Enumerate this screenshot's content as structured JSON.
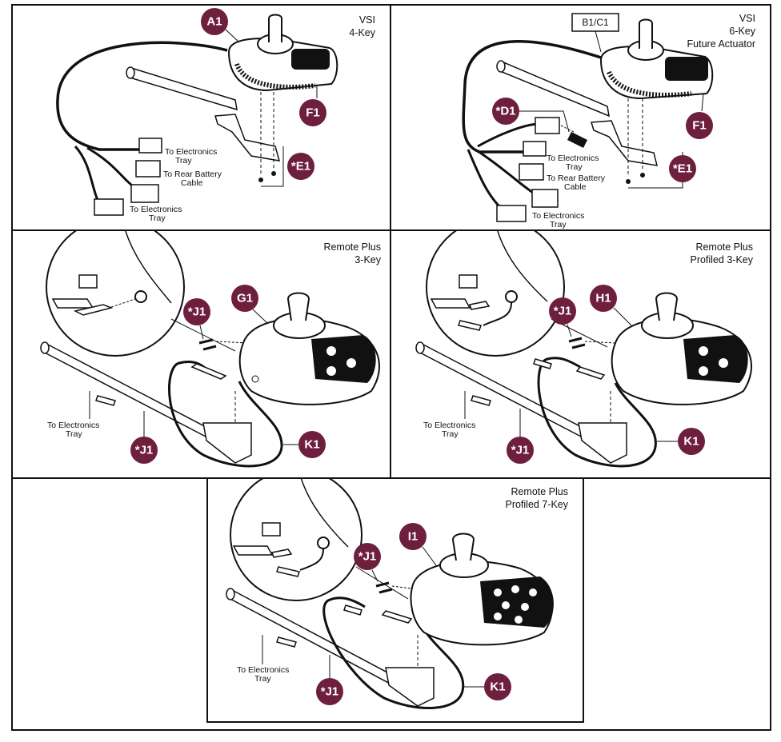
{
  "colors": {
    "badge": "#6d1f3d",
    "line": "#111111",
    "panel_border": "#111111"
  },
  "panels": [
    {
      "id": "vsi-4key",
      "title": [
        "VSI",
        "4-Key"
      ],
      "badges": [
        "A1",
        "F1",
        "*E1"
      ],
      "labels": [
        [
          "To Electronics",
          "Tray"
        ],
        [
          "To Rear Battery",
          "Cable"
        ],
        [
          "To Electronics",
          "Tray"
        ]
      ]
    },
    {
      "id": "vsi-6key",
      "title": [
        "VSI",
        "6-Key",
        "Future Actuator"
      ],
      "box_label": "B1/C1",
      "badges": [
        "*D1",
        "F1",
        "*E1"
      ],
      "labels": [
        [
          "To Electronics",
          "Tray"
        ],
        [
          "To Rear Battery",
          "Cable"
        ],
        [
          "To Electronics",
          "Tray"
        ]
      ]
    },
    {
      "id": "remote-plus-3key",
      "title": [
        "Remote Plus",
        "3-Key"
      ],
      "badges": [
        "G1",
        "*J1",
        "*J1",
        "K1"
      ],
      "labels": [
        [
          "To Electronics",
          "Tray"
        ]
      ]
    },
    {
      "id": "remote-plus-profiled-3key",
      "title": [
        "Remote Plus",
        "Profiled 3-Key"
      ],
      "badges": [
        "H1",
        "*J1",
        "*J1",
        "K1"
      ],
      "labels": [
        [
          "To Electronics",
          "Tray"
        ]
      ]
    },
    {
      "id": "remote-plus-profiled-7key",
      "title": [
        "Remote Plus",
        "Profiled 7-Key"
      ],
      "badges": [
        "I1",
        "*J1",
        "*J1",
        "K1"
      ],
      "labels": [
        [
          "To Electronics",
          "Tray"
        ]
      ]
    }
  ]
}
